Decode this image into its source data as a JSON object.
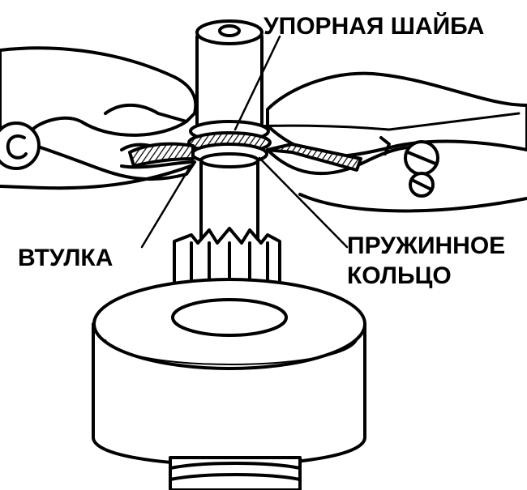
{
  "labels": {
    "thrust_washer": "УПОРНАЯ ШАЙБА",
    "bushing": "ВТУЛКА",
    "spring_ring_line1": "ПРУЖИННОЕ",
    "spring_ring_line2": "КОЛЬЦО"
  },
  "colors": {
    "ink": "#000000",
    "paper": "#ffffff",
    "hatch": "#1a1a1a"
  }
}
